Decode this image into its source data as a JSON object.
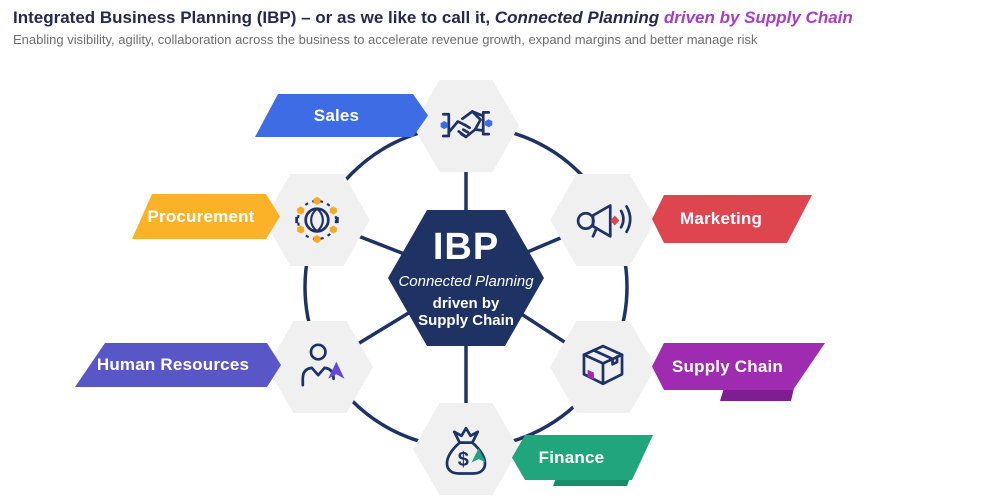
{
  "header": {
    "title_part1": "Integrated Business Planning (IBP) – or as we like to call it, ",
    "title_part2": "Connected Planning ",
    "title_part3": "driven by Supply Chain",
    "subtitle": "Enabling visibility, agility, collaboration across the business to accelerate revenue growth, expand margins and better manage risk"
  },
  "center": {
    "acronym": "IBP",
    "line1": "Connected Planning",
    "line2": "driven by",
    "line3": "Supply Chain"
  },
  "nodes": [
    {
      "id": "sales",
      "label": "Sales",
      "color": "#3D6CE5",
      "icon": "handshake-icon"
    },
    {
      "id": "procurement",
      "label": "Procurement",
      "color": "#FBB229",
      "icon": "network-globe-icon"
    },
    {
      "id": "marketing",
      "label": "Marketing",
      "color": "#DE454E",
      "icon": "megaphone-icon"
    },
    {
      "id": "human-resources",
      "label": "Human Resources",
      "color": "#5957C8",
      "icon": "person-growth-icon"
    },
    {
      "id": "supply-chain",
      "label": "Supply Chain",
      "color": "#9F2BB0",
      "fold_color": "#7E1E92",
      "icon": "package-box-icon"
    },
    {
      "id": "finance",
      "label": "Finance",
      "color": "#21A57D",
      "fold_color": "#178E69",
      "icon": "money-bag-icon"
    }
  ],
  "colors": {
    "navy": "#1E3264",
    "title_navy": "#232A4E",
    "title_magenta": "#A93BCB",
    "subtitle_gray": "#6E6E6E",
    "hexagon_fill": "#F0F0F1",
    "icon_accent_blue": "#3D6CE5",
    "icon_accent_yellow": "#F9A825",
    "icon_accent_red": "#DE454E",
    "icon_accent_purple": "#6548D6",
    "icon_accent_magenta": "#9F2BB0",
    "icon_accent_green": "#21A57D"
  }
}
